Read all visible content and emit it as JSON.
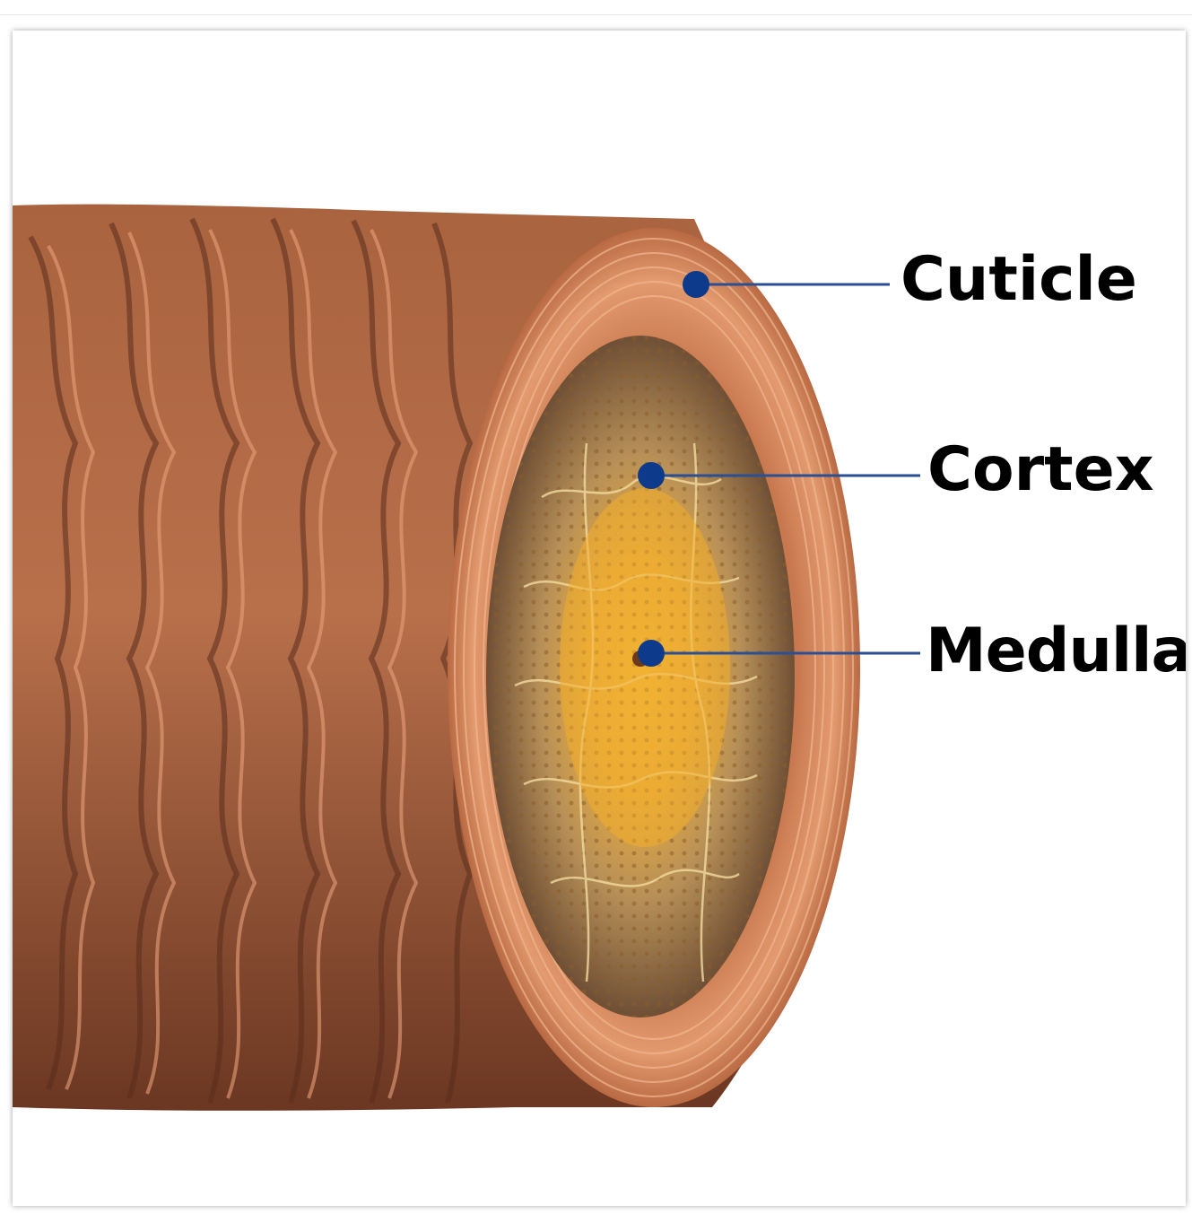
{
  "diagram": {
    "labels": {
      "cuticle": "Cuticle",
      "cortex": "Cortex",
      "medulla": "Medulla"
    },
    "colors": {
      "leader_line": "#2a4f95",
      "leader_dot": "#0e3a8c",
      "shaft": "#b46a48",
      "shaft_dark": "#5a2d1c",
      "cortex": "#c9a35a",
      "medulla": "#e8a92a"
    }
  }
}
